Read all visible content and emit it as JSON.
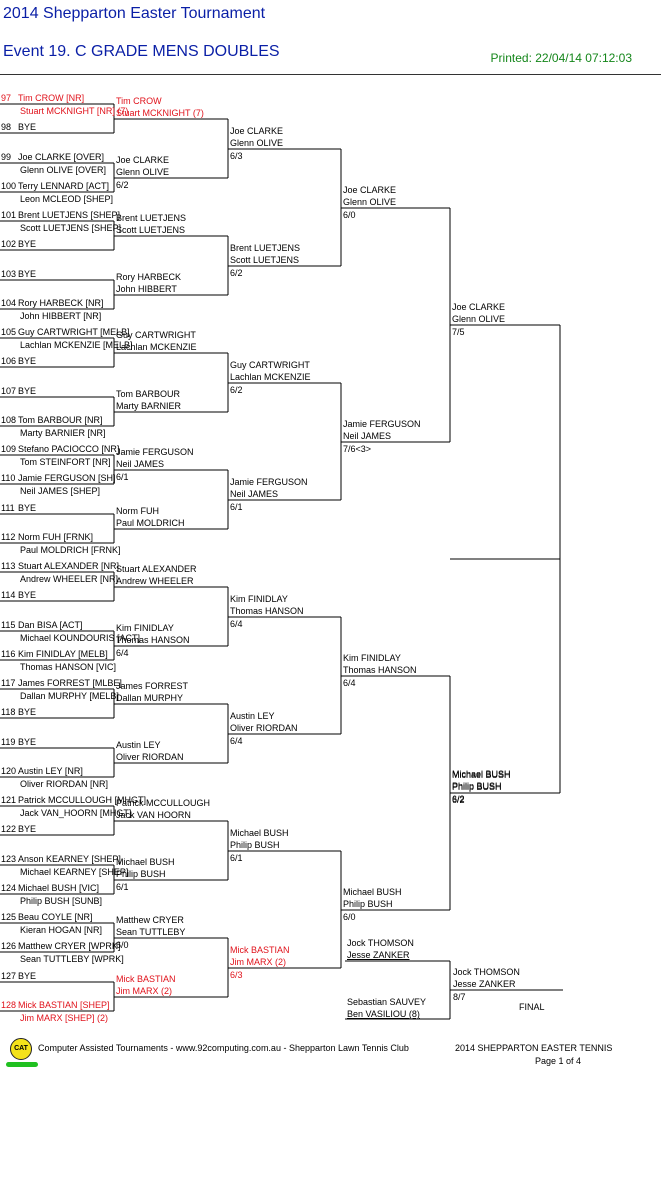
{
  "header": {
    "title": "2014 Shepparton Easter Tournament",
    "event": "Event 19. C GRADE MENS DOUBLES",
    "printed": "Printed: 22/04/14 07:12:03"
  },
  "draw": [
    {
      "num": "97",
      "p1": "Tim CROW [NR]",
      "p2": "Stuart MCKNIGHT [NR] (7)",
      "red": true
    },
    {
      "num": "98",
      "p1": "BYE",
      "p2": ""
    },
    {
      "num": "99",
      "p1": "Joe CLARKE [OVER]",
      "p2": "Glenn OLIVE [OVER]"
    },
    {
      "num": "100",
      "p1": "Terry LENNARD [ACT]",
      "p2": "Leon MCLEOD [SHEP]"
    },
    {
      "num": "101",
      "p1": "Brent LUETJENS [SHEP]",
      "p2": "Scott LUETJENS [SHEP]"
    },
    {
      "num": "102",
      "p1": "BYE",
      "p2": ""
    },
    {
      "num": "103",
      "p1": "BYE",
      "p2": ""
    },
    {
      "num": "104",
      "p1": "Rory HARBECK [NR]",
      "p2": "John HIBBERT [NR]"
    },
    {
      "num": "105",
      "p1": "Guy CARTWRIGHT [MELB]",
      "p2": "Lachlan MCKENZIE [MELB]"
    },
    {
      "num": "106",
      "p1": "BYE",
      "p2": ""
    },
    {
      "num": "107",
      "p1": "BYE",
      "p2": ""
    },
    {
      "num": "108",
      "p1": "Tom BARBOUR [NR]",
      "p2": "Marty BARNIER [NR]"
    },
    {
      "num": "109",
      "p1": "Stefano PACIOCCO [NR]",
      "p2": "Tom STEINFORT [NR]"
    },
    {
      "num": "110",
      "p1": "Jamie FERGUSON [SH]",
      "p2": "Neil JAMES [SHEP]"
    },
    {
      "num": "111",
      "p1": "BYE",
      "p2": ""
    },
    {
      "num": "112",
      "p1": "Norm FUH [FRNK]",
      "p2": "Paul MOLDRICH [FRNK]"
    },
    {
      "num": "113",
      "p1": "Stuart ALEXANDER [NR]",
      "p2": "Andrew WHEELER [NR]"
    },
    {
      "num": "114",
      "p1": "BYE",
      "p2": ""
    },
    {
      "num": "115",
      "p1": "Dan BISA [ACT]",
      "p2": "Michael KOUNDOURIS [ACT]"
    },
    {
      "num": "116",
      "p1": "Kim FINIDLAY [MELB]",
      "p2": "Thomas HANSON [VIC]"
    },
    {
      "num": "117",
      "p1": "James FORREST [MLBE]",
      "p2": "Dallan MURPHY [MELB]"
    },
    {
      "num": "118",
      "p1": "BYE",
      "p2": ""
    },
    {
      "num": "119",
      "p1": "BYE",
      "p2": ""
    },
    {
      "num": "120",
      "p1": "Austin LEY [NR]",
      "p2": "Oliver RIORDAN [NR]"
    },
    {
      "num": "121",
      "p1": "Patrick MCCULLOUGH [MHGT]",
      "p2": "Jack VAN_HOORN [MHGT]"
    },
    {
      "num": "122",
      "p1": "BYE",
      "p2": ""
    },
    {
      "num": "123",
      "p1": "Anson KEARNEY [SHEP]",
      "p2": "Michael KEARNEY [SHEP]"
    },
    {
      "num": "124",
      "p1": "Michael BUSH [VIC]",
      "p2": "Philip BUSH [SUNB]"
    },
    {
      "num": "125",
      "p1": "Beau COYLE [NR]",
      "p2": "Kieran HOGAN [NR]"
    },
    {
      "num": "126",
      "p1": "Matthew CRYER [WPRK]",
      "p2": "Sean TUTTLEBY [WPRK]"
    },
    {
      "num": "127",
      "p1": "BYE",
      "p2": ""
    },
    {
      "num": "128",
      "p1": "Mick BASTIAN [SHEP]",
      "p2": "Jim MARX [SHEP] (2)",
      "red": true
    }
  ],
  "round2": [
    {
      "p1": "Tim CROW",
      "p2": "Stuart MCKNIGHT (7)",
      "score": "",
      "red": true
    },
    {
      "p1": "Joe CLARKE",
      "p2": "Glenn OLIVE",
      "score": "6/2"
    },
    {
      "p1": "Brent LUETJENS",
      "p2": "Scott LUETJENS",
      "score": ""
    },
    {
      "p1": "Rory HARBECK",
      "p2": "John HIBBERT",
      "score": ""
    },
    {
      "p1": "Guy CARTWRIGHT",
      "p2": "Lachlan MCKENZIE",
      "score": ""
    },
    {
      "p1": "Tom BARBOUR",
      "p2": "Marty BARNIER",
      "score": ""
    },
    {
      "p1": "Jamie FERGUSON",
      "p2": "Neil JAMES",
      "score": "6/1"
    },
    {
      "p1": "Norm FUH",
      "p2": "Paul MOLDRICH",
      "score": ""
    },
    {
      "p1": "Stuart ALEXANDER",
      "p2": "Andrew WHEELER",
      "score": ""
    },
    {
      "p1": "Kim FINIDLAY",
      "p2": "Thomas HANSON",
      "score": "6/4"
    },
    {
      "p1": "James FORREST",
      "p2": "Dallan MURPHY",
      "score": ""
    },
    {
      "p1": "Austin LEY",
      "p2": "Oliver RIORDAN",
      "score": ""
    },
    {
      "p1": "Patrick MCCULLOUGH",
      "p2": "Jack VAN  HOORN",
      "score": ""
    },
    {
      "p1": "Michael BUSH",
      "p2": "Philip BUSH",
      "score": "6/1"
    },
    {
      "p1": "Matthew CRYER",
      "p2": "Sean TUTTLEBY",
      "score": "6/0"
    },
    {
      "p1": "Mick BASTIAN",
      "p2": "Jim MARX (2)",
      "score": "",
      "red": true
    }
  ],
  "round3": [
    {
      "p1": "Joe CLARKE",
      "p2": "Glenn OLIVE",
      "score": "6/3"
    },
    {
      "p1": "Brent LUETJENS",
      "p2": "Scott LUETJENS",
      "score": "6/2"
    },
    {
      "p1": "Guy CARTWRIGHT",
      "p2": "Lachlan MCKENZIE",
      "score": "6/2"
    },
    {
      "p1": "Jamie FERGUSON",
      "p2": "Neil JAMES",
      "score": "6/1"
    },
    {
      "p1": "Kim FINIDLAY",
      "p2": "Thomas HANSON",
      "score": "6/4"
    },
    {
      "p1": "Austin LEY",
      "p2": "Oliver RIORDAN",
      "score": "6/4"
    },
    {
      "p1": "Michael BUSH",
      "p2": "Philip BUSH",
      "score": "6/1"
    },
    {
      "p1": "Mick BASTIAN",
      "p2": "Jim MARX (2)",
      "score": "6/3",
      "red": true
    }
  ],
  "round4": [
    {
      "p1": "Joe CLARKE",
      "p2": "Glenn OLIVE",
      "score": "6/0"
    },
    {
      "p1": "Jamie FERGUSON",
      "p2": "Neil JAMES",
      "score": "7/6<3>"
    },
    {
      "p1": "Kim FINIDLAY",
      "p2": "Thomas HANSON",
      "score": "6/4"
    },
    {
      "p1": "Michael BUSH",
      "p2": "Philip BUSH",
      "score": "6/0"
    }
  ],
  "round5": [
    {
      "p1": "Joe CLARKE",
      "p2": "Glenn OLIVE",
      "score": "7/5"
    },
    {
      "p1": "Michael BUSH",
      "p2": "Philip BUSH",
      "score": "6/2"
    }
  ],
  "round6": [
    {
      "p1": "Michael BUSH",
      "p2": "Philip BUSH",
      "score": "6/2"
    }
  ],
  "final": {
    "top": {
      "p1": "Jock THOMSON",
      "p2": "Jesse ZANKER"
    },
    "bottom": {
      "p1": "Sebastian SAUVEY",
      "p2": "Ben VASILIOU (8)"
    },
    "winner": {
      "p1": "Jock THOMSON",
      "p2": "Jesse ZANKER",
      "score": "8/7"
    },
    "label": "FINAL"
  },
  "footer": {
    "logo_text": "CAT",
    "left": "Computer Assisted Tournaments - www.92computing.com.au -  Shepparton Lawn Tennis Club",
    "right": "2014 SHEPPARTON EASTER TENNIS",
    "page": "Page 1 of 4"
  },
  "colors": {
    "title": "#0a1fa6",
    "printed": "#14861a",
    "seed_highlight": "#e0121b",
    "lines": "#000000"
  }
}
